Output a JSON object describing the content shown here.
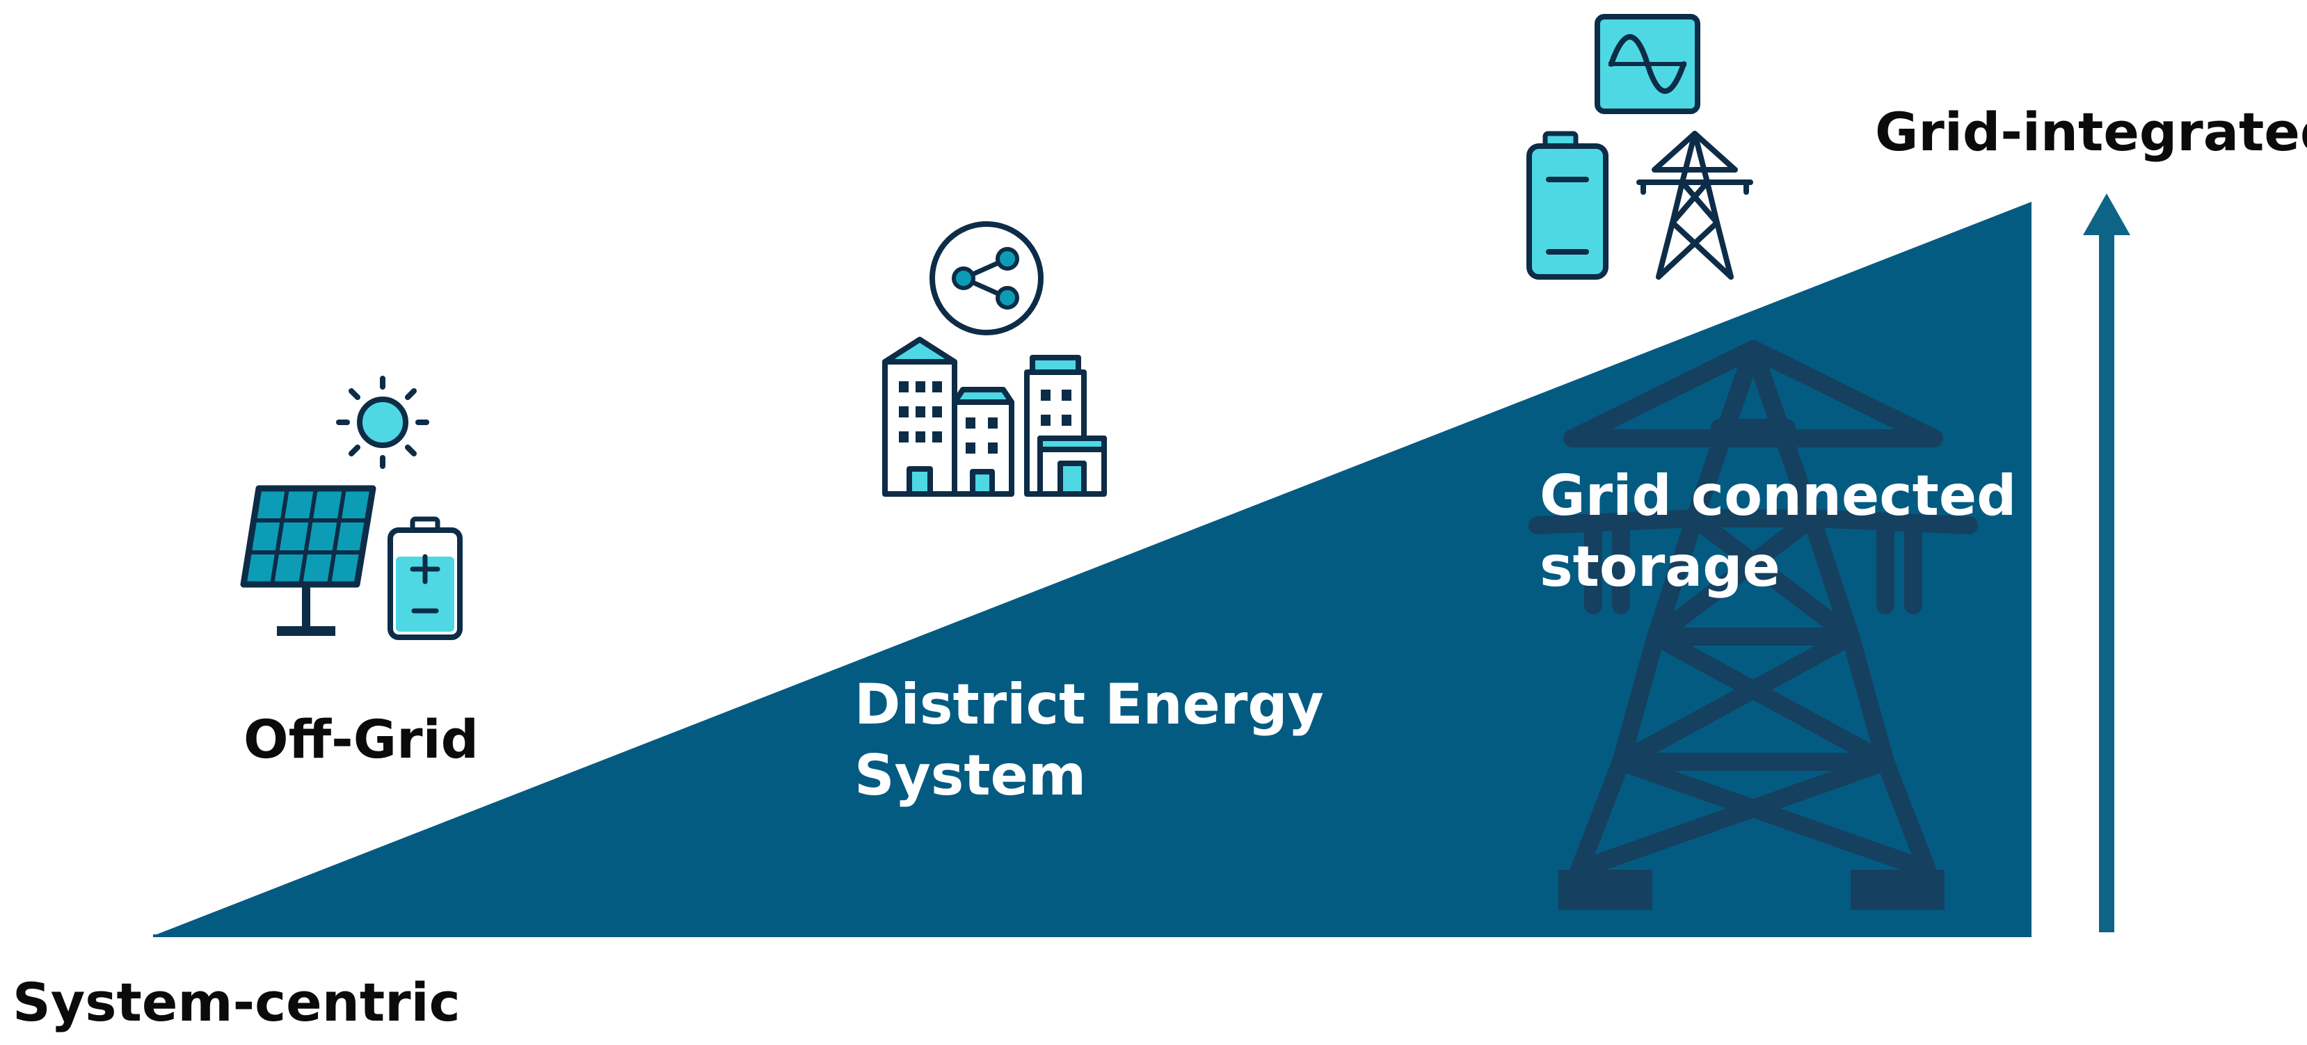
{
  "labels": {
    "y_axis_top": "Grid-integrated",
    "x_axis_origin": "System-centric"
  },
  "stages": [
    {
      "name_line1": "Off-Grid",
      "name_line2": "",
      "icons": [
        "sun-icon",
        "solar-panel-icon",
        "battery-icon"
      ]
    },
    {
      "name_line1": "District Energy",
      "name_line2": "System",
      "icons": [
        "share-network-icon",
        "city-buildings-icon"
      ]
    },
    {
      "name_line1": "Grid connected",
      "name_line2": "storage",
      "icons": [
        "sine-wave-monitor-icon",
        "battery-icon",
        "transmission-tower-icon"
      ]
    }
  ],
  "colors": {
    "ramp": "#045b82",
    "arrow": "#0e6486",
    "icon_outline": "#0d2c47",
    "icon_fill": "#4ed8e4",
    "watermark_tower": "#16405f",
    "text_dark": "#0b0b0b",
    "text_light": "#ffffff"
  }
}
